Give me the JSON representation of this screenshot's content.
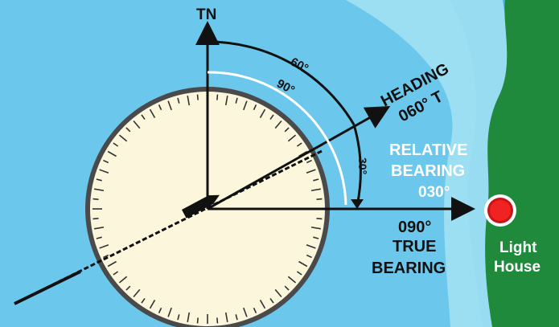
{
  "diagram": {
    "north_label": "TN",
    "heading": {
      "line1": "HEADING",
      "line2": "060° T"
    },
    "relative_bearing": {
      "line1": "RELATIVE",
      "line2": "BEARING",
      "line3": "030°"
    },
    "true_bearing": {
      "line1": "090°",
      "line2": "TRUE",
      "line3": "BEARING"
    },
    "landmark": {
      "line1": "Light",
      "line2": "House"
    },
    "arc_labels": {
      "heading_angle": "60°",
      "true_angle": "90°",
      "relative_angle": "30°"
    },
    "colors": {
      "water_shallow": "#8fd9ef",
      "water_deep": "#3fb0e0",
      "land": "#1f8a3c",
      "compass_face": "#fbf6dc",
      "compass_rim": "#4a4a4a",
      "lighthouse": "#e81c1c"
    },
    "icons": [
      "ship-icon",
      "lighthouse-icon"
    ]
  }
}
